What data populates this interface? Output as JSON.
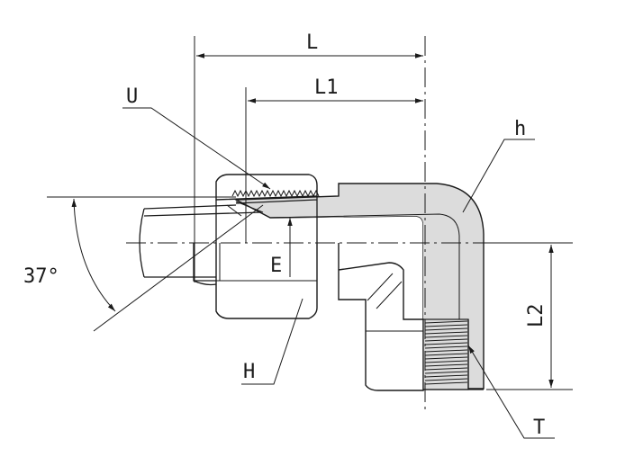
{
  "labels": {
    "L": "L",
    "L1": "L1",
    "U": "U",
    "h": "h",
    "E": "E",
    "angle": "37°",
    "L2": "L2",
    "H": "H",
    "T": "T"
  },
  "colors": {
    "line": "#1a1a1a",
    "body_fill": "#dcdcdc",
    "background": "#ffffff"
  }
}
